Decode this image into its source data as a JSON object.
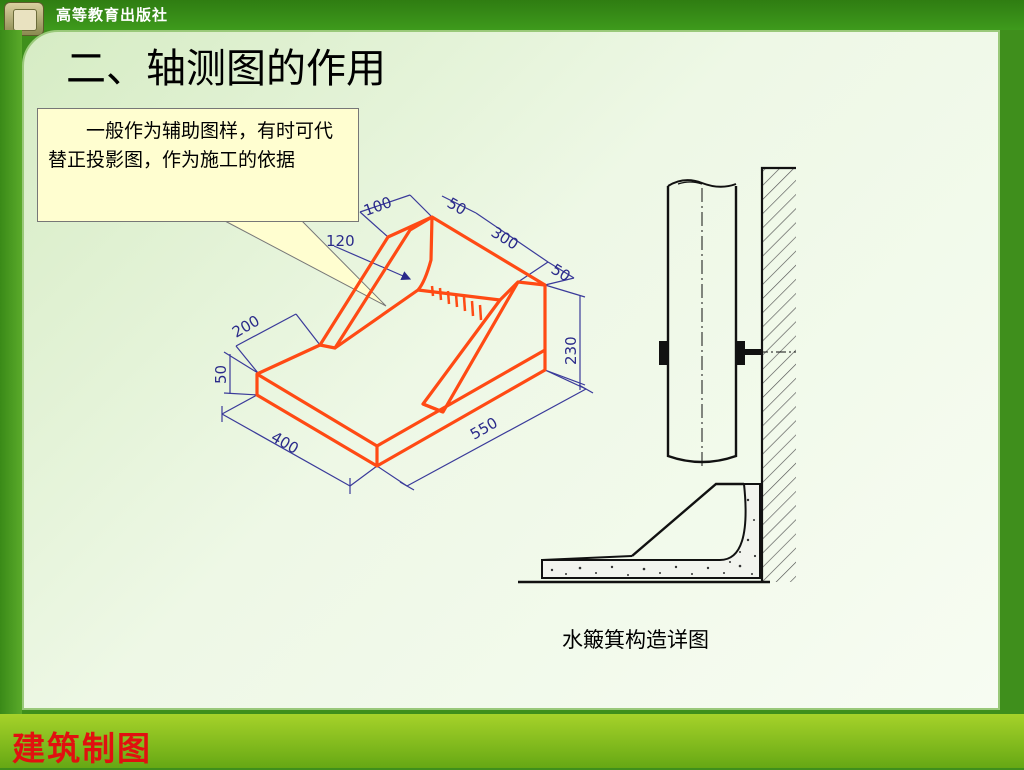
{
  "header": {
    "publisher": "高等教育出版社"
  },
  "slide": {
    "title": "二、轴测图的作用"
  },
  "callout": {
    "text": "一般作为辅助图样，有时可代替正投影图，作为施工的依据"
  },
  "isometric": {
    "dimensions": {
      "d100": "100",
      "d50_top": "50",
      "d300": "300",
      "d50_right": "50",
      "d120": "120",
      "d200": "200",
      "d50_left": "50",
      "d230": "230",
      "d400": "400",
      "d550": "550"
    }
  },
  "detail": {
    "caption": "水簸箕构造详图"
  },
  "footer": {
    "title": "建筑制图"
  },
  "colors": {
    "outline": "#ff4a14",
    "dimension": "#2a2a8a",
    "title_red": "#e11010",
    "accent_green": "#3f8f1c"
  }
}
